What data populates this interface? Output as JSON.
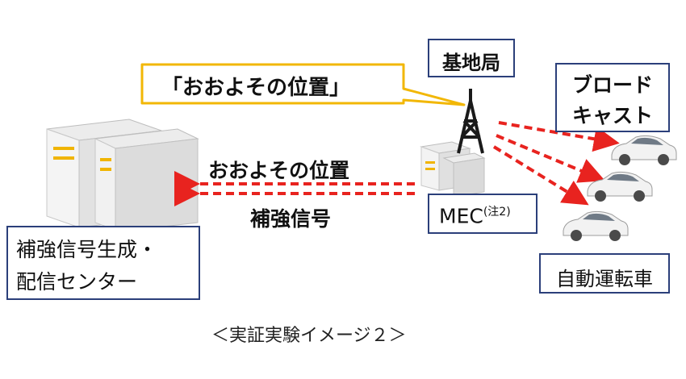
{
  "callout": {
    "text": "「おおよその位置」"
  },
  "base_station": {
    "label": "基地局"
  },
  "broadcast": {
    "line1": "ブロード",
    "line2": "キャスト"
  },
  "arrow_labels": {
    "upper": "おおよその位置",
    "lower": "補強信号"
  },
  "mec": {
    "label": "MEC",
    "note": "(注2)"
  },
  "center": {
    "line1": "補強信号生成・",
    "line2": "配信センター"
  },
  "vehicles": {
    "label": "自動運転車"
  },
  "caption": "＜実証実験イメージ２＞",
  "colors": {
    "box_border": "#2b3f7a",
    "callout_border": "#f2b705",
    "arrow": "#e8231f",
    "tower": "#1a1a1a"
  }
}
